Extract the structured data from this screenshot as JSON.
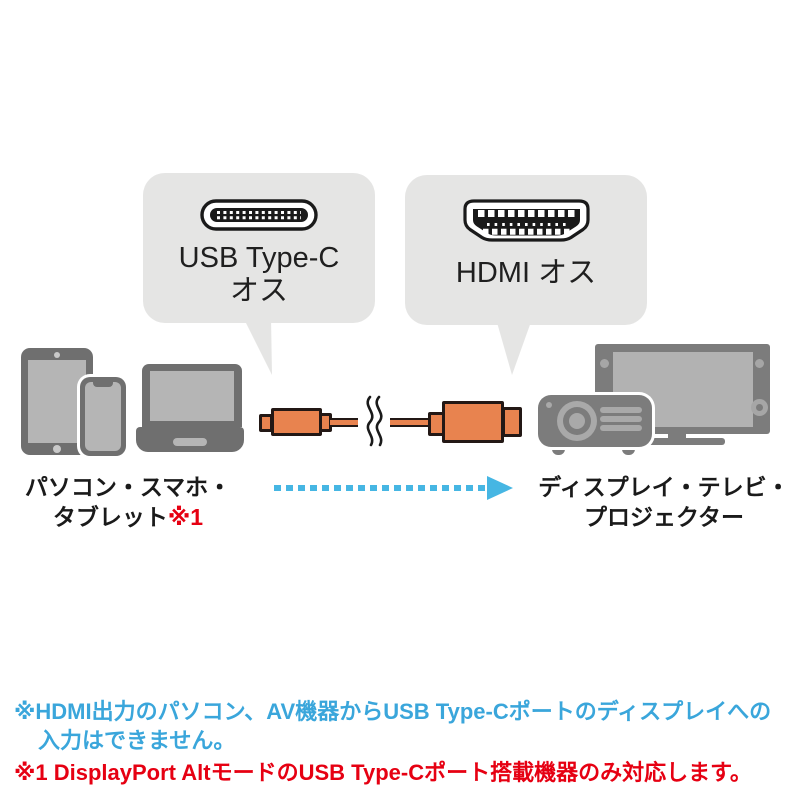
{
  "callouts": {
    "usbc": {
      "icon": "usb-c-connector-icon",
      "line1": "USB Type-C",
      "line2": "オス"
    },
    "hdmi": {
      "icon": "hdmi-connector-icon",
      "label": "HDMI オス"
    }
  },
  "source": {
    "devices": [
      "tablet",
      "smartphone",
      "laptop"
    ],
    "label_line1": "パソコン・スマホ・",
    "label_line2": "タブレット",
    "label_ref": "※1"
  },
  "cable": {
    "name": "usb-c-to-hdmi-cable",
    "break_symbol": "cable-break-icon"
  },
  "arrow": {
    "direction": "right",
    "style": "dashed"
  },
  "target": {
    "devices": [
      "display-tv",
      "projector"
    ],
    "label_line1": "ディスプレイ・テレビ・",
    "label_line2": "プロジェクター"
  },
  "footnotes": {
    "note1_line1": "※HDMI出力のパソコン、AV機器からUSB Type-Cポートのディスプレイへの",
    "note1_line2": "入力はできません。",
    "note2": "※1 DisplayPort AltモードのUSB Type-Cポート搭載機器のみ対応します。"
  },
  "palette": {
    "cable_orange": "#E8834F",
    "outline_dark": "#231815",
    "arrow_blue": "#46B6E3",
    "note_blue": "#3AA6DB",
    "note_red": "#E60012",
    "bubble_gray": "#E5E5E4",
    "device_dark": "#6F6F6F",
    "device_light": "#B5B5B5",
    "tv_gray": "#7C7C7C",
    "tv_light": "#B2B2B2"
  }
}
